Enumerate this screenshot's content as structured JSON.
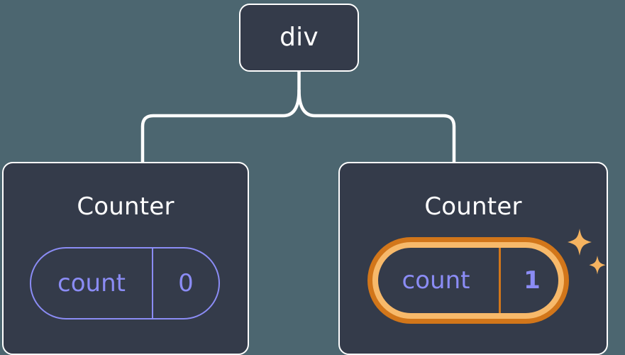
{
  "diagram": {
    "type": "component-tree",
    "background_color": "#4c6670",
    "node_fill_color": "#343b4a",
    "node_border_color": "#ffffff",
    "connector_color": "#ffffff",
    "state_color": "#8b8cf5",
    "highlight_outer_color": "#d2761a",
    "highlight_inner_color": "#f7b96a",
    "sparkle_color": "#f5b360"
  },
  "root": {
    "label": "div"
  },
  "children": [
    {
      "title": "Counter",
      "state": {
        "key": "count",
        "value": "0"
      },
      "highlighted": false,
      "sparkles": false
    },
    {
      "title": "Counter",
      "state": {
        "key": "count",
        "value": "1"
      },
      "highlighted": true,
      "sparkles": true
    }
  ],
  "icons": {
    "sparkle_large": "sparkle-icon",
    "sparkle_small": "sparkle-icon"
  }
}
